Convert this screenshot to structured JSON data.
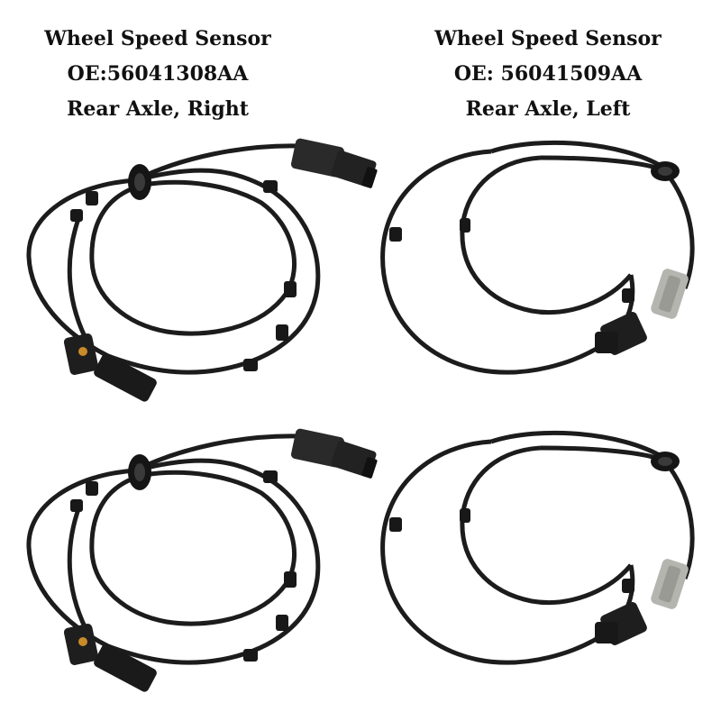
{
  "image": {
    "description_labels": []
  },
  "captions": {
    "left": {
      "line1": "Wheel Speed Sensor",
      "line2": "OE:56041308AA",
      "line3": "Rear Axle, Right"
    },
    "right": {
      "line1": "Wheel Speed Sensor",
      "line2": "OE: 56041509AA",
      "line3": "Rear Axle, Left"
    }
  },
  "colors": {
    "cable": "#1c1c1c",
    "connector_black": "#2a2a2a",
    "connector_grey": "#b5b5b0",
    "sensor_tip": "#c98a2a"
  }
}
